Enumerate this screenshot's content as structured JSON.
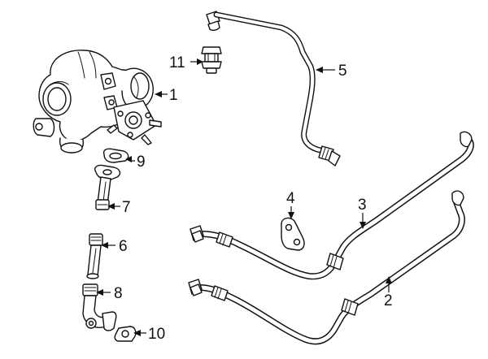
{
  "callouts": {
    "c1": "1",
    "c2": "2",
    "c3": "3",
    "c4": "4",
    "c5": "5",
    "c6": "6",
    "c7": "7",
    "c8": "8",
    "c9": "9",
    "c10": "10",
    "c11": "11"
  },
  "colors": {
    "line": "#111111",
    "fill": "#ffffff",
    "shade": "#bdbdbd"
  }
}
